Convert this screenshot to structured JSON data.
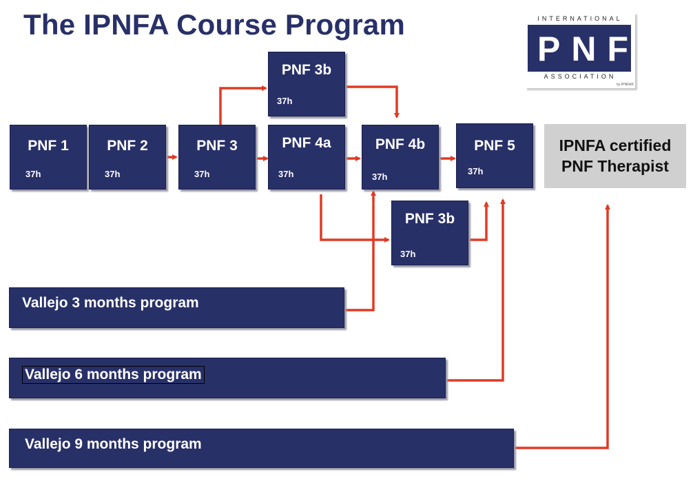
{
  "title": "The IPNFA Course Program",
  "logo": {
    "top_text": "INTERNATIONAL",
    "main_text": "PNF",
    "bottom_text": "ASSOCIATION",
    "by_text": "by IPNFA®",
    "block_color": "#283068"
  },
  "courses": [
    {
      "id": "pnf1",
      "label": "PNF 1",
      "hours": "37h"
    },
    {
      "id": "pnf2",
      "label": "PNF 2",
      "hours": "37h"
    },
    {
      "id": "pnf3",
      "label": "PNF 3",
      "hours": "37h"
    },
    {
      "id": "pnf3b_top",
      "label": "PNF 3b",
      "hours": "37h"
    },
    {
      "id": "pnf4a",
      "label": "PNF 4a",
      "hours": "37h"
    },
    {
      "id": "pnf4b",
      "label": "PNF 4b",
      "hours": "37h"
    },
    {
      "id": "pnf5",
      "label": "PNF 5",
      "hours": "37h"
    },
    {
      "id": "pnf3b_bottom",
      "label": "PNF 3b",
      "hours": "37h"
    }
  ],
  "certificate": {
    "line1": "IPNFA certified",
    "line2": "PNF Therapist"
  },
  "programs": [
    {
      "id": "vallejo3",
      "label": "Vallejo 3 months program"
    },
    {
      "id": "vallejo6",
      "label": "Vallejo 6 months program"
    },
    {
      "id": "vallejo9",
      "label": "Vallejo 9 months program"
    }
  ],
  "colors": {
    "box": "#283068",
    "arrow": "#e03a24",
    "certificate": "#d0d0d0"
  }
}
